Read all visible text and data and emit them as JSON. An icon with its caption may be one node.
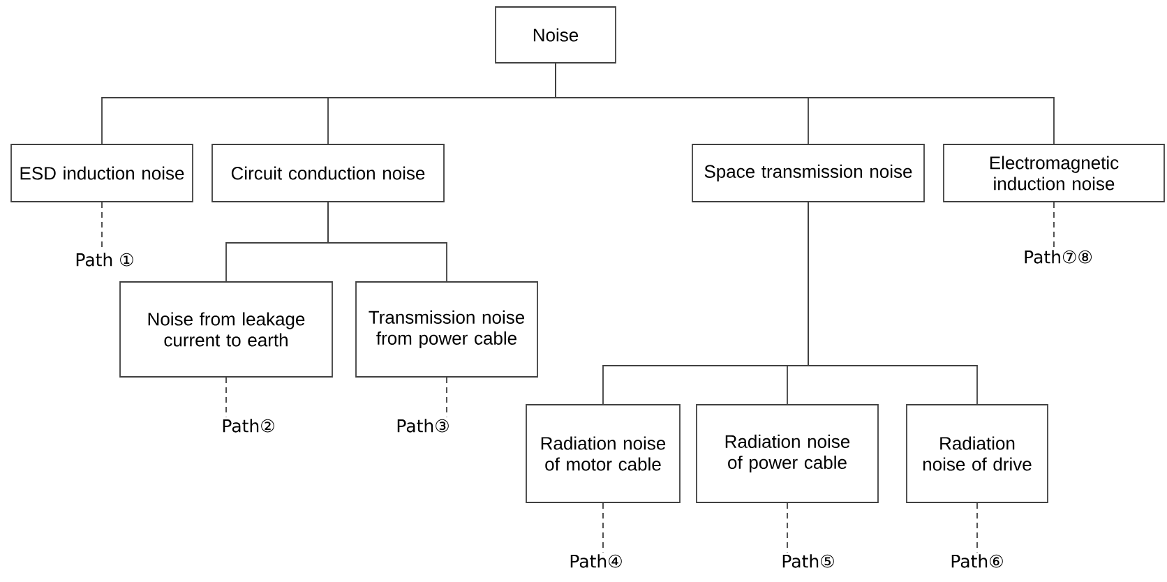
{
  "diagram": {
    "nodes": [
      {
        "text": [
          "Noise"
        ]
      },
      {
        "text": [
          "ESD induction noise"
        ]
      },
      {
        "text": [
          "Circuit conduction noise"
        ]
      },
      {
        "text": [
          "Space transmission noise"
        ]
      },
      {
        "text": [
          "Electromagnetic induction noise"
        ]
      },
      {
        "text": [
          "Path ①"
        ]
      },
      {
        "text": [
          "Noise from leakage current to earth"
        ]
      },
      {
        "text": [
          "Transmission noise from power cable"
        ]
      },
      {
        "text": [
          "Path⑦⑧"
        ]
      },
      {
        "text": [
          "Path②"
        ]
      },
      {
        "text": [
          "Path③"
        ]
      },
      {
        "text": [
          "Radiation noise of motor cable"
        ]
      },
      {
        "text": [
          "Radiation noise of power cable"
        ]
      },
      {
        "text": [
          "Radiation noise of drive"
        ]
      },
      {
        "text": [
          "Path④"
        ]
      },
      {
        "text": [
          "Path⑤"
        ]
      },
      {
        "text": [
          "Path⑥"
        ]
      }
    ],
    "edges": [
      {
        "from": 0,
        "to": 1,
        "arrow": "none"
      },
      {
        "from": 0,
        "to": 2,
        "arrow": "none"
      },
      {
        "from": 0,
        "to": 3,
        "arrow": "none"
      },
      {
        "from": 0,
        "to": 4,
        "arrow": "none"
      },
      {
        "from": 1,
        "to": 5,
        "arrow": "none",
        "style": "dashed"
      },
      {
        "from": 2,
        "to": 6,
        "arrow": "none"
      },
      {
        "from": 2,
        "to": 7,
        "arrow": "none"
      },
      {
        "from": 4,
        "to": 8,
        "arrow": "none",
        "style": "dashed"
      },
      {
        "from": 6,
        "to": 9,
        "arrow": "none",
        "style": "dashed"
      },
      {
        "from": 7,
        "to": 10,
        "arrow": "none",
        "style": "dashed"
      },
      {
        "from": 3,
        "to": 11,
        "arrow": "none"
      },
      {
        "from": 3,
        "to": 12,
        "arrow": "none"
      },
      {
        "from": 3,
        "to": 13,
        "arrow": "none"
      },
      {
        "from": 11,
        "to": 14,
        "arrow": "none",
        "style": "dashed"
      },
      {
        "from": 12,
        "to": 15,
        "arrow": "none",
        "style": "dashed"
      },
      {
        "from": 13,
        "to": 16,
        "arrow": "none",
        "style": "dashed"
      }
    ]
  }
}
